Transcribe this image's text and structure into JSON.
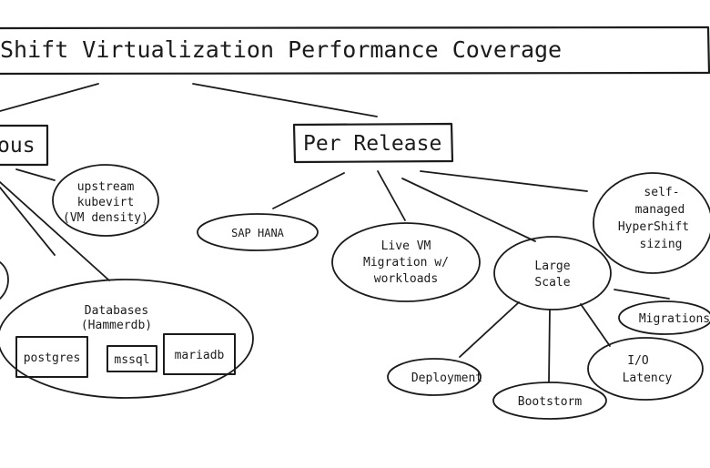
{
  "title": "Shift Virtualization Performance Coverage",
  "left_box": "ous",
  "per_release": "Per Release",
  "nodes": {
    "upstream": [
      "upstream",
      "kubevirt",
      "(VM density)"
    ],
    "databases": [
      "Databases",
      "(Hammerdb)"
    ],
    "postgres": "postgres",
    "mssql": "mssql",
    "mariadb": "mariadb",
    "sap": "SAP HANA",
    "live_vm": [
      "Live VM",
      "Migration w/",
      "workloads"
    ],
    "large_scale": [
      "Large",
      "Scale"
    ],
    "self_managed": [
      "self-",
      "managed",
      "HyperShift",
      "sizing"
    ],
    "migrations": "Migrations",
    "deployment": "Deployment",
    "bootstorm": "Bootstorm",
    "io_latency": [
      "I/O",
      "Latency"
    ]
  }
}
